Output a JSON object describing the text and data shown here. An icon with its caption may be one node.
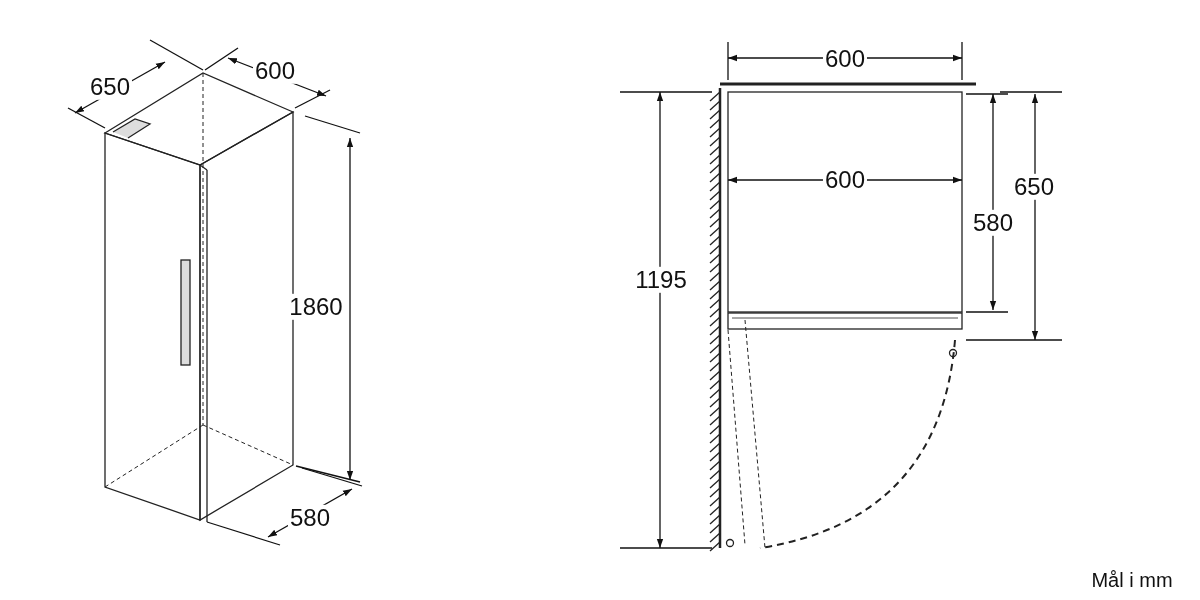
{
  "diagram": {
    "labels": [
      "650",
      "600",
      "1860",
      "580",
      "600",
      "600",
      "1195",
      "580",
      "650",
      "Mål i mm"
    ]
  }
}
